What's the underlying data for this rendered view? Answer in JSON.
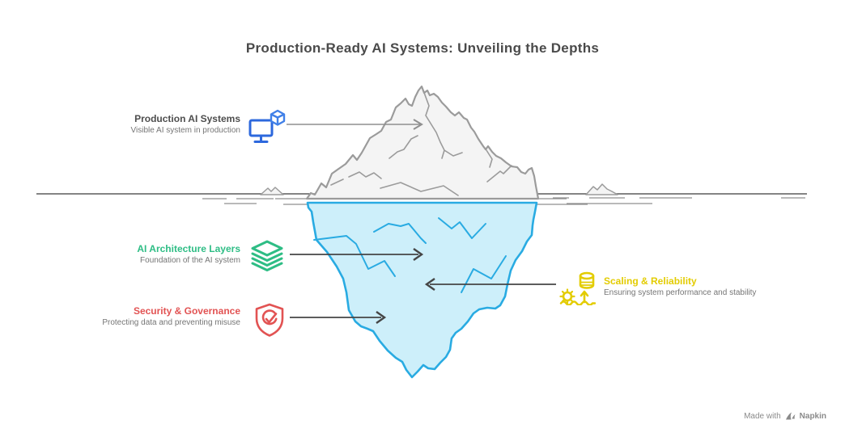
{
  "title": {
    "text": "Production-Ready AI Systems: Unveiling the Depths",
    "color": "#4a4a4a"
  },
  "labels": {
    "production": {
      "title": "Production AI Systems",
      "subtitle": "Visible AI system in production",
      "title_color": "#4d4d4d",
      "icon": "monitor-cube-icon",
      "icon_color": "#2d68dd"
    },
    "architecture": {
      "title": "AI Architecture Layers",
      "subtitle": "Foundation of the AI system",
      "title_color": "#2ebd85",
      "icon": "layers-icon",
      "icon_color": "#2ebd85"
    },
    "security": {
      "title": "Security & Governance",
      "subtitle": "Protecting data and preventing misuse",
      "title_color": "#e25353",
      "icon": "shield-check-icon",
      "icon_color": "#e25353"
    },
    "scaling": {
      "title": "Scaling & Reliability",
      "subtitle": "Ensuring system performance and stability",
      "title_color": "#e3cc00",
      "icon": "scaling-gear-icon",
      "icon_color": "#e3cc00"
    }
  },
  "subtitle_color": "#757575",
  "palette": {
    "iceberg_above_fill": "#f4f4f4",
    "iceberg_above_stroke": "#9b9b9b",
    "iceberg_below_fill": "#cdeffa",
    "iceberg_below_stroke": "#29abe2",
    "waterline": "#5c5c5c",
    "arrow": "#454545",
    "background": "#ffffff"
  },
  "footer": {
    "made_with": "Made with",
    "brand": "Napkin",
    "logo": "napkin-logo-icon",
    "color": "#8a8a8a"
  }
}
